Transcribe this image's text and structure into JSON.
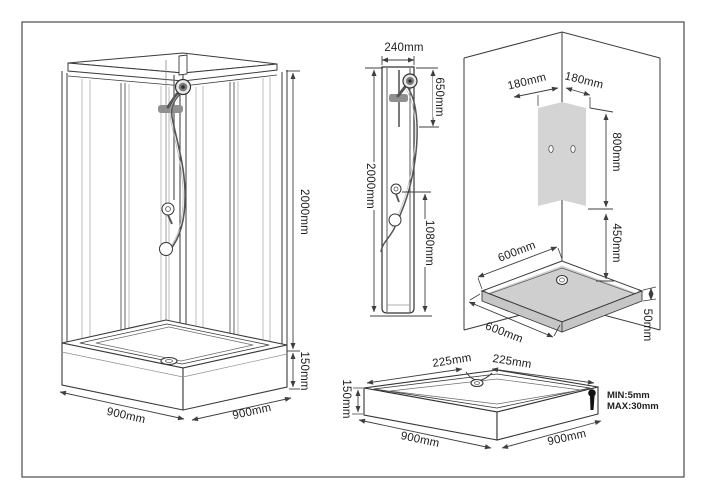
{
  "drawing_title": "shower-enclosure-technical-drawing",
  "cabin": {
    "height": "2000mm",
    "tray_height": "150mm",
    "depth": "900mm",
    "width": "900mm"
  },
  "panel": {
    "width": "240mm",
    "height": "2000mm",
    "head_rail": "650mm",
    "mixer_height": "1080mm"
  },
  "corner": {
    "left_offset": "180mm",
    "right_offset": "180mm",
    "panel_height": "800mm",
    "clearance": "450mm",
    "edge_left": "600mm",
    "edge_front": "600mm",
    "lip_height": "50mm"
  },
  "tray": {
    "drain_left": "225mm",
    "drain_right": "225mm",
    "height": "150mm",
    "depth": "900mm",
    "width": "900mm",
    "feet_min": "MIN:5mm",
    "feet_max": "MAX:30mm"
  }
}
